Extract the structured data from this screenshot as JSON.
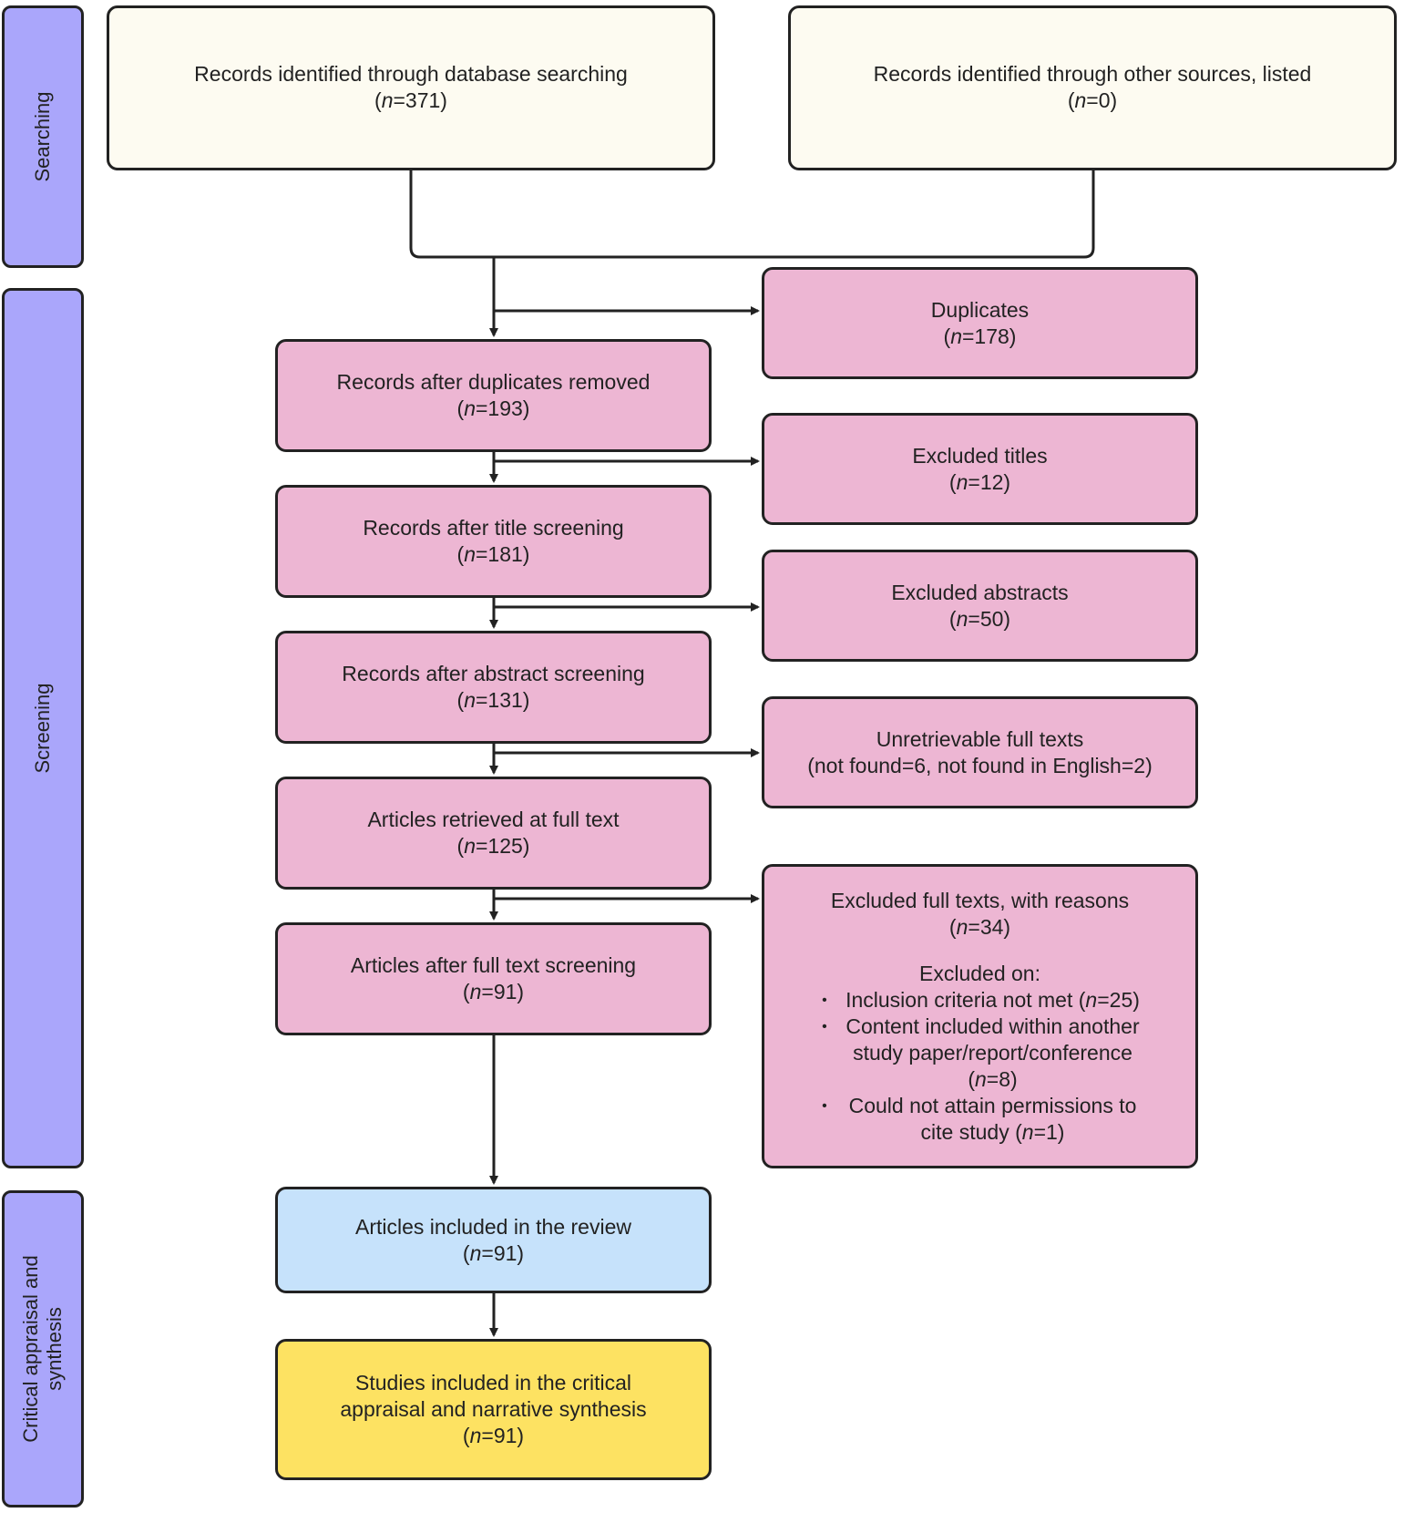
{
  "stages": [
    {
      "id": "searching",
      "label": "Searching"
    },
    {
      "id": "screening",
      "label": "Screening"
    },
    {
      "id": "appraisal",
      "label": "Critical appraisal and synthesis"
    }
  ],
  "boxes": {
    "database": {
      "text": "Records identified through database searching",
      "n_label": "n",
      "n_value": "=371"
    },
    "other_sources": {
      "text": "Records identified through other sources, listed",
      "n_label": "n",
      "n_value": "=0"
    },
    "duplicates": {
      "text": "Duplicates",
      "n_label": "n",
      "n_value": "=178"
    },
    "after_duplicates": {
      "text": "Records after duplicates removed",
      "n_label": "n",
      "n_value": "=193"
    },
    "excluded_titles": {
      "text": "Excluded titles",
      "n_label": "n",
      "n_value": "=12"
    },
    "after_title": {
      "text": "Records after title screening",
      "n_label": "n",
      "n_value": "=181"
    },
    "excluded_abstracts": {
      "text": "Excluded abstracts",
      "n_label": "n",
      "n_value": "=50"
    },
    "after_abstract": {
      "text": "Records after abstract screening",
      "n_label": "n",
      "n_value": "=131"
    },
    "unretrievable": {
      "text": "Unretrievable full texts",
      "detail": "(not found=6, not found in English=2)"
    },
    "retrieved_full_text": {
      "text": "Articles retrieved at full text",
      "n_label": "n",
      "n_value": "=125"
    },
    "excluded_full_texts": {
      "text": "Excluded full texts, with reasons",
      "n_label": "n",
      "n_value": "=34",
      "reasons_title": "Excluded on:",
      "reasons": [
        {
          "line1": "Inclusion criteria not met (",
          "n_label": "n",
          "n_value": "=25)"
        },
        {
          "line1": "Content included within another",
          "line2": "study paper/report/conference",
          "n_prefix": "(",
          "n_label": "n",
          "n_value": "=8)"
        },
        {
          "line1": "Could not attain permissions to",
          "line2": "cite study (",
          "n_label": "n",
          "n_value": "=1)"
        }
      ]
    },
    "after_full_text": {
      "text": "Articles after full text screening",
      "n_label": "n",
      "n_value": "=91"
    },
    "included_review": {
      "text": "Articles included in the review",
      "n_label": "n",
      "n_value": "=91"
    },
    "included_synthesis": {
      "line1": "Studies included in the critical",
      "line2": "appraisal and narrative synthesis",
      "n_label": "n",
      "n_value": "=91"
    }
  },
  "colors": {
    "stage": "#aaa6fb",
    "source": "#fdfbf1",
    "screening": "#edb6d3",
    "included": "#c6e2fb",
    "synthesis": "#fde262",
    "stroke": "#222222"
  }
}
